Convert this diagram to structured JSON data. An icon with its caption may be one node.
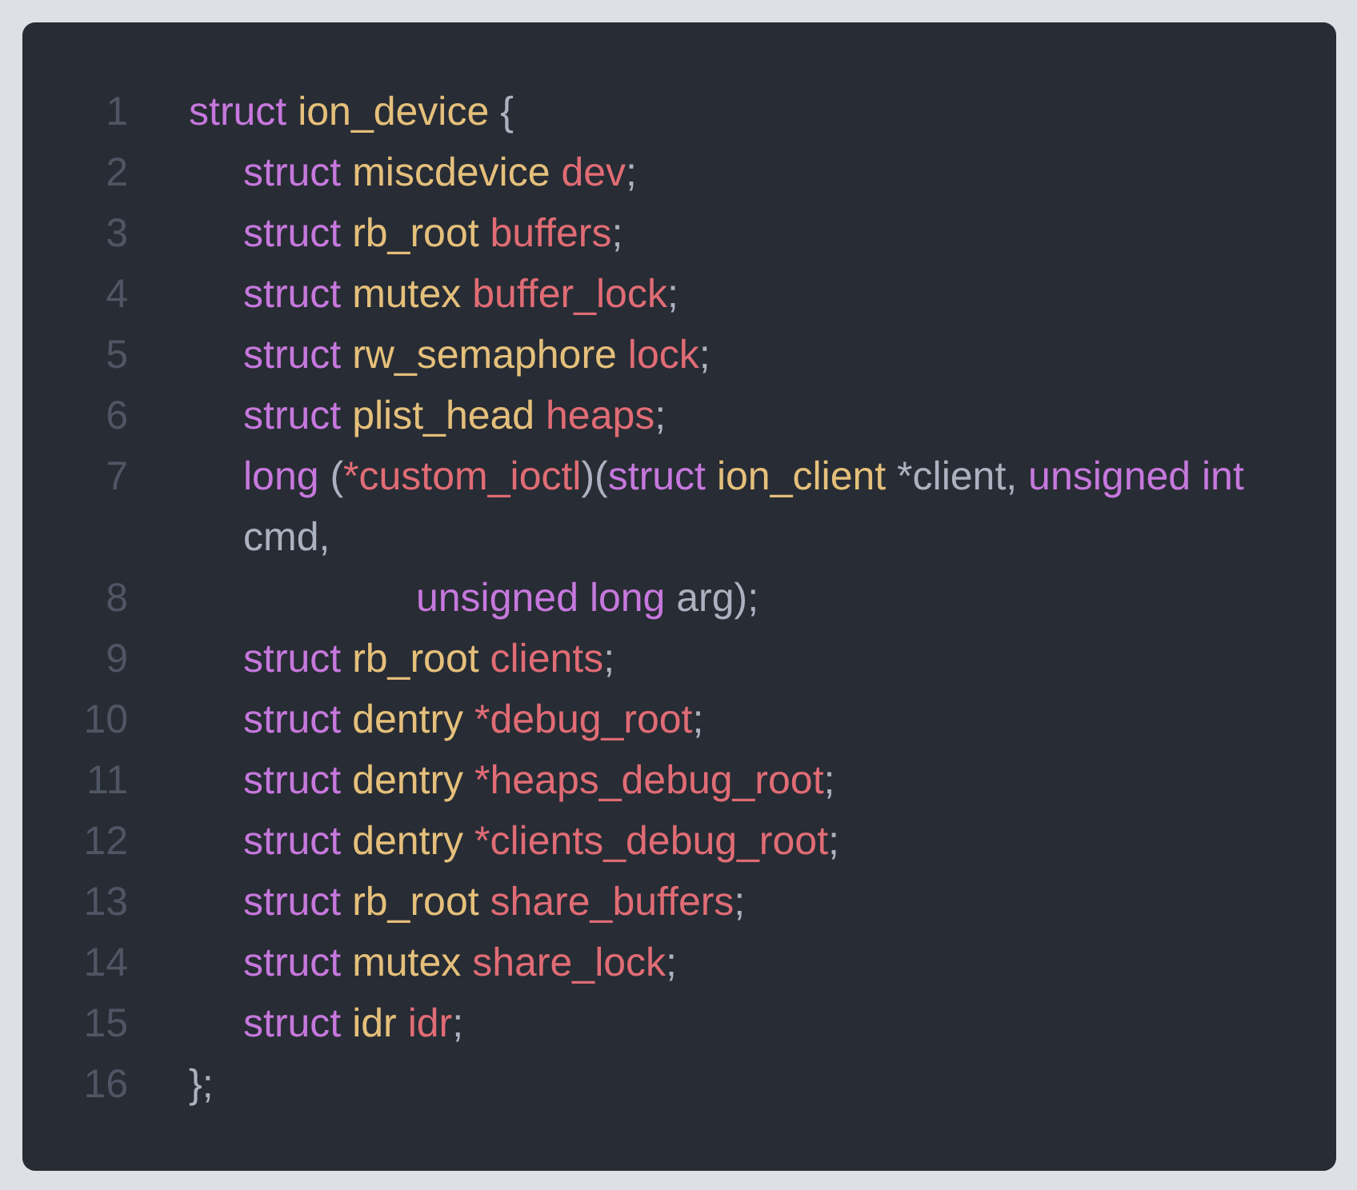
{
  "diagram": {
    "labels": [
      "1",
      "struct",
      "ion_device",
      "{",
      "2",
      "struct",
      "miscdevice",
      "dev",
      ";",
      "3",
      "struct",
      "rb_root",
      "buffers",
      ";",
      "4",
      "struct",
      "mutex",
      "buffer_lock",
      ";",
      "5",
      "struct",
      "rw_semaphore",
      "lock",
      ";",
      "6",
      "struct",
      "plist_head",
      "heaps",
      ";",
      "7",
      "long",
      "(",
      "*custom_ioctl",
      ")(",
      "struct",
      "ion_client",
      "*client,",
      "unsigned",
      "int",
      "cmd,",
      "8",
      "unsigned",
      "long",
      "arg);",
      "9",
      "struct",
      "rb_root",
      "clients",
      ";",
      "10",
      "struct",
      "dentry",
      "*debug_root",
      ";",
      "11",
      "struct",
      "dentry",
      "*heaps_debug_root",
      ";",
      "12",
      "struct",
      "dentry",
      "*clients_debug_root",
      ";",
      "13",
      "struct",
      "rb_root",
      "share_buffers",
      ";",
      "14",
      "struct",
      "mutex",
      "share_lock",
      ";",
      "15",
      "struct",
      "idr",
      "idr",
      ";",
      "16",
      "};"
    ]
  }
}
